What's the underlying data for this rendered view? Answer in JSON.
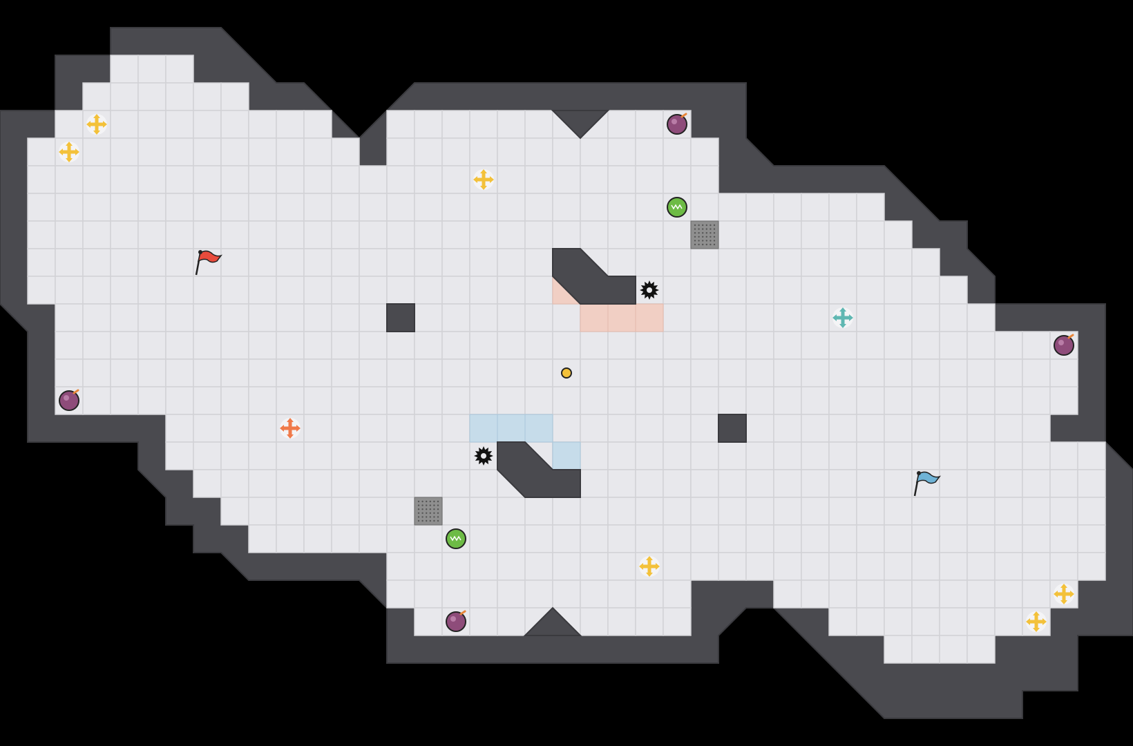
{
  "colors": {
    "background": "#000000",
    "floor": "#e8e8ec",
    "grid_line": "#d2d2d6",
    "wall": "#4a4a4f",
    "red_team": "#e84b3c",
    "blue_team": "#6fb3d6",
    "red_zone": "#f1cfc4",
    "blue_zone": "#c6dcea",
    "bomb": "#8e4c7a",
    "powerup_green": "#6dbb45",
    "boost_yellow": "#f3c13a",
    "boost_red": "#f07a4a",
    "boost_teal": "#5fb7b2",
    "spike": "#111111",
    "gate": "#8f8f8f",
    "ball": "#f3c13a"
  },
  "entities": {
    "flags": [
      {
        "team": "red",
        "icon": "red-flag-icon"
      },
      {
        "team": "blue",
        "icon": "blue-flag-icon"
      }
    ],
    "bombs": [
      {
        "icon": "bomb-icon"
      },
      {
        "icon": "bomb-icon"
      },
      {
        "icon": "bomb-icon"
      },
      {
        "icon": "bomb-icon"
      },
      {
        "icon": "bomb-icon"
      }
    ],
    "powerups": [
      {
        "icon": "powerup-icon"
      },
      {
        "icon": "powerup-icon"
      }
    ],
    "spikes": [
      {
        "icon": "spike-icon"
      },
      {
        "icon": "spike-icon"
      }
    ],
    "boosts": [
      {
        "kind": "neutral",
        "icon": "boost-yellow-icon"
      },
      {
        "kind": "neutral",
        "icon": "boost-yellow-icon"
      },
      {
        "kind": "neutral",
        "icon": "boost-yellow-icon"
      },
      {
        "kind": "neutral",
        "icon": "boost-yellow-icon"
      },
      {
        "kind": "neutral",
        "icon": "boost-yellow-icon"
      },
      {
        "kind": "neutral",
        "icon": "boost-yellow-icon"
      },
      {
        "kind": "red",
        "icon": "boost-red-icon"
      },
      {
        "kind": "blue",
        "icon": "boost-teal-icon"
      }
    ],
    "gates": [
      {
        "icon": "gate-icon"
      },
      {
        "icon": "gate-icon"
      }
    ],
    "ball": {
      "icon": "ball-icon"
    }
  }
}
